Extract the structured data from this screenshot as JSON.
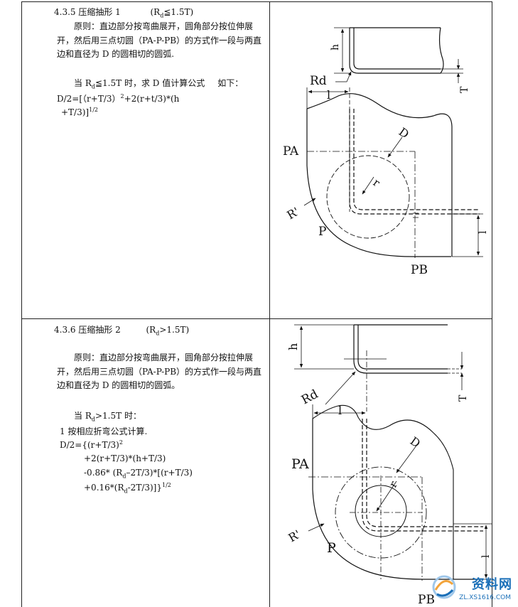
{
  "sec1": {
    "title": "4.3.5 压缩抽形 1",
    "cond_r": "R",
    "cond_sub": "d",
    "cond_rest": "≦1.5T",
    "principle": "原则：直边部分按弯曲展开，圆角部分按位伸展开，然后用三点切圆（PA-P-PB）的方式作一段与两直边和直径为 D 的圆相切的圆弧.",
    "when_prefix": "当 R",
    "when_sub": "d",
    "when_rest": "≦1.5T 时，求 D 值计算公式",
    "when_suffix": "如下：",
    "f1a": "D/2=[（r+T/3）",
    "f1sup": "2",
    "f1b": "+2(r+t/3)*(h",
    "f2a": "+T/3)]",
    "f2sup": "1/2"
  },
  "sec2": {
    "title": "4.3.6 压缩抽形 2",
    "cond_r": "R",
    "cond_sub": "d",
    "cond_rest": ">1.5T)",
    "principle": "原则：直边部分按弯曲展开，圆角部分按拉伸展开，然后用三点切圆（PA-P-PB）的方式作一段与两直边和直径为 D 的圆相切的圆弧。",
    "when_prefix": "当 R",
    "when_sub": "d",
    "when_rest": ">1.5T 时：",
    "step1": "1 按相应折弯公式计算.",
    "fa": "D/2={(r+T/3)",
    "fa_sup": "2",
    "fb": "+2(r+T/3)*(h+T/3)",
    "fc1": "-0.86* (R",
    "fc_sub": "d",
    "fc2": "–2T/3)*[(r+T/3)",
    "fd1": "+0.16*(R",
    "fd_sub": "d",
    "fd2": "-2T/3)]}",
    "fd_sup": "1/2"
  },
  "diag1": {
    "h": "h",
    "Rd": "Rd",
    "T": "T",
    "l_top": "l",
    "D": "D",
    "PA": "PA",
    "r": "r",
    "Rp": "R'",
    "P": "P",
    "l_right": "l",
    "PB": "PB"
  },
  "diag2": {
    "h": "h",
    "Rd": "Rd",
    "T": "T",
    "l_top": "l",
    "D": "D",
    "PA": "PA",
    "r": "r",
    "Rp": "R'",
    "P": "P",
    "l_right": "l",
    "PB": "PB"
  },
  "watermark": {
    "name": "资料网",
    "url": "ZL.XS1616.COM"
  }
}
